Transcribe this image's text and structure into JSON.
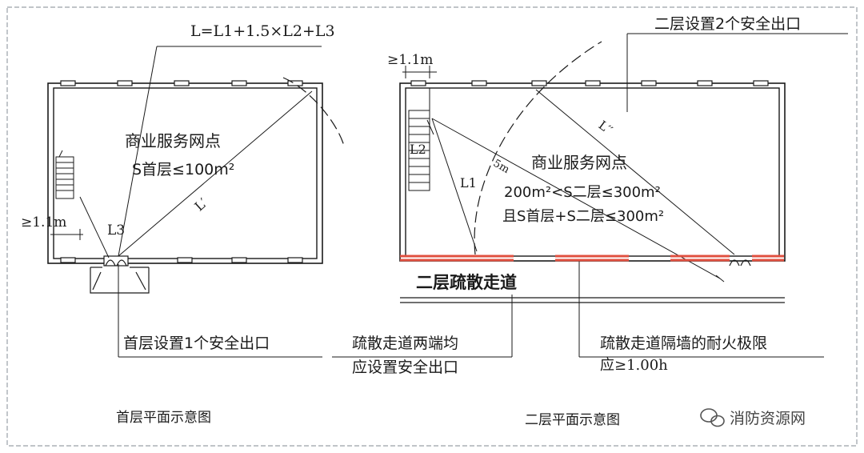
{
  "left_plan": {
    "formula": "L=L1+1.5×L2+L3",
    "room_name": "商业服务网点",
    "area_rule": "S首层≤100m²",
    "dim_width": "≥1.1m",
    "label_l3": "L3",
    "label_lprime": "L′",
    "exit_note": "首层设置1个安全出口",
    "caption": "首层平面示意图"
  },
  "right_plan": {
    "exit_note": "二层设置2个安全出口",
    "dim_width": "≥1.1m",
    "room_name": "商业服务网点",
    "area_rule_1": "200m²<S二层≤300m²",
    "area_rule_2": "且S首层+S二层≤300m²",
    "label_l1": "L1",
    "label_l2": "L2",
    "label_ldouble": "L′′",
    "label_radius": "5m",
    "corridor_label": "二层疏散走道",
    "corridor_exit_line1": "疏散走道两端均",
    "corridor_exit_line2": "应设置安全出口",
    "fire_wall_line1": "疏散走道隔墙的耐火极限",
    "fire_wall_line2": "应≥1.00h",
    "caption": "二层平面示意图"
  },
  "watermark": {
    "text": "消防资源网",
    "icon": "wechat-icon"
  },
  "colors": {
    "line": "#1a1a1a",
    "fire_partition": "#e05040",
    "frame": "#9aa0a8"
  }
}
